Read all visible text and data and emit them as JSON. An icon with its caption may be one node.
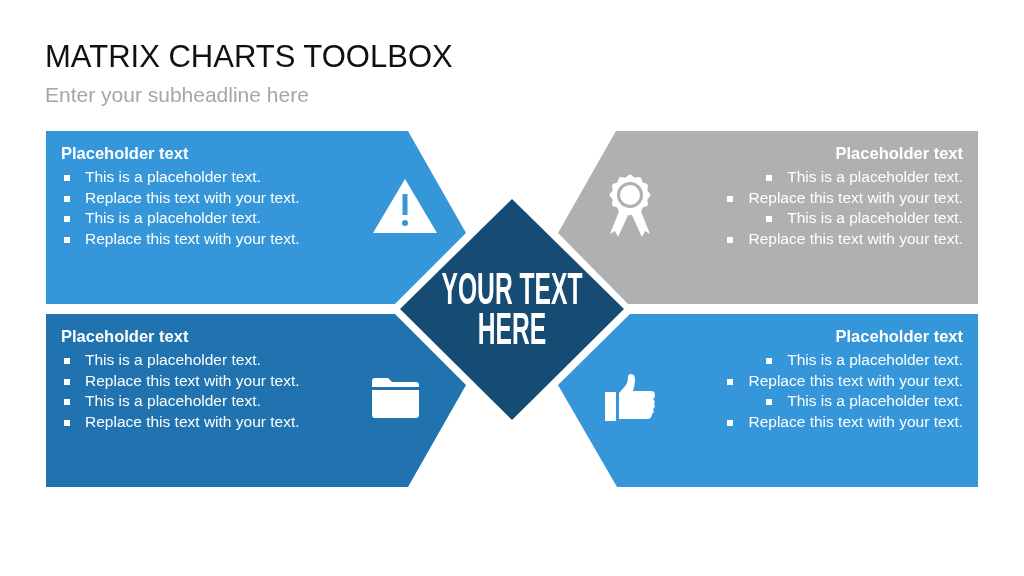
{
  "diagram": {
    "title": "MATRIX CHARTS TOOLBOX",
    "nodes": [
      {
        "text": [
          "Placeholder text",
          "This is a placeholder text.",
          "Replace this text with your text.",
          "This is a placeholder text.",
          "Replace this text with your text."
        ]
      },
      {
        "text": [
          "Placeholder text",
          "This is a placeholder text.",
          "Replace this text with your text.",
          "This is a placeholder text.",
          "Replace this text with your text."
        ]
      },
      {
        "text": [
          "YOUR TEXT HERE"
        ]
      },
      {
        "text": [
          "Placeholder text",
          "This is a placeholder text.",
          "Replace this text with your text.",
          "This is a placeholder text.",
          "Replace this text with your text."
        ]
      },
      {
        "text": [
          "Placeholder text",
          "This is a placeholder text.",
          "Replace this text with your text.",
          "This is a placeholder text.",
          "Replace this text with your text."
        ]
      }
    ],
    "labels": [
      "Enter your subheadline here"
    ]
  }
}
